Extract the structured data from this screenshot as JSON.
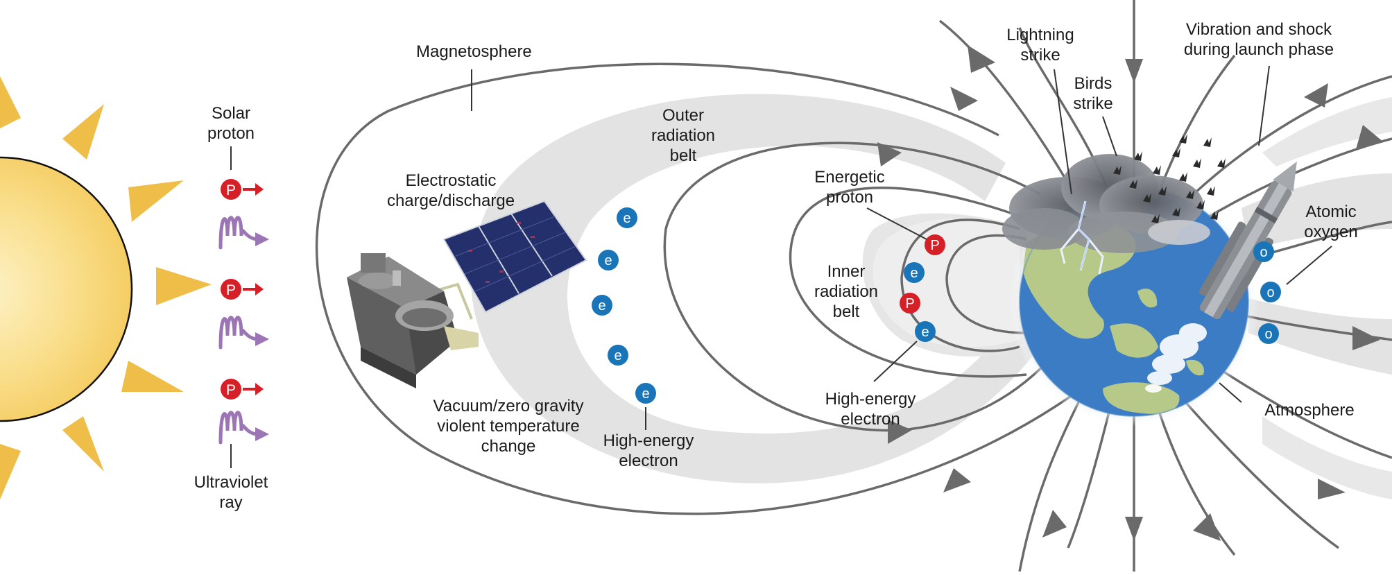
{
  "diagram": {
    "labels": {
      "magnetosphere": "Magnetosphere",
      "solar_proton": "Solar\nproton",
      "ultraviolet_ray": "Ultraviolet\nray",
      "electrostatic": "Electrostatic\ncharge/discharge",
      "outer_belt": "Outer\nradiation\nbelt",
      "vacuum": "Vacuum/zero gravity\nviolent temperature\nchange",
      "high_energy_electron_outer": "High-energy\nelectron",
      "energetic_proton": "Energetic\nproton",
      "inner_belt": "Inner\nradiation\nbelt",
      "high_energy_electron_inner": "High-energy\nelectron",
      "lightning_strike": "Lightning\nstrike",
      "birds_strike": "Birds\nstrike",
      "vibration_shock": "Vibration and shock\nduring launch phase",
      "atomic_oxygen": "Atomic\noxygen",
      "atmosphere": "Atmosphere"
    },
    "particle_letters": {
      "proton": "P",
      "electron": "e",
      "oxygen": "o"
    },
    "colors": {
      "sun_fill": "#f8d879",
      "sun_ray": "#e9b43a",
      "proton_red": "#d62027",
      "electron_blue": "#1a75b8",
      "uv_purple": "#9c75b5",
      "field_line": "#6a6a6a",
      "belt_gray": "#e3e3e3",
      "earth_ocean": "#3b7cc4",
      "earth_land": "#b6c989"
    },
    "icons": [
      "sun-icon",
      "satellite-icon",
      "earth-icon",
      "rocket-icon",
      "storm-cloud-icon",
      "lightning-bolt-icon",
      "bird-icon",
      "uv-wave-icon"
    ]
  }
}
